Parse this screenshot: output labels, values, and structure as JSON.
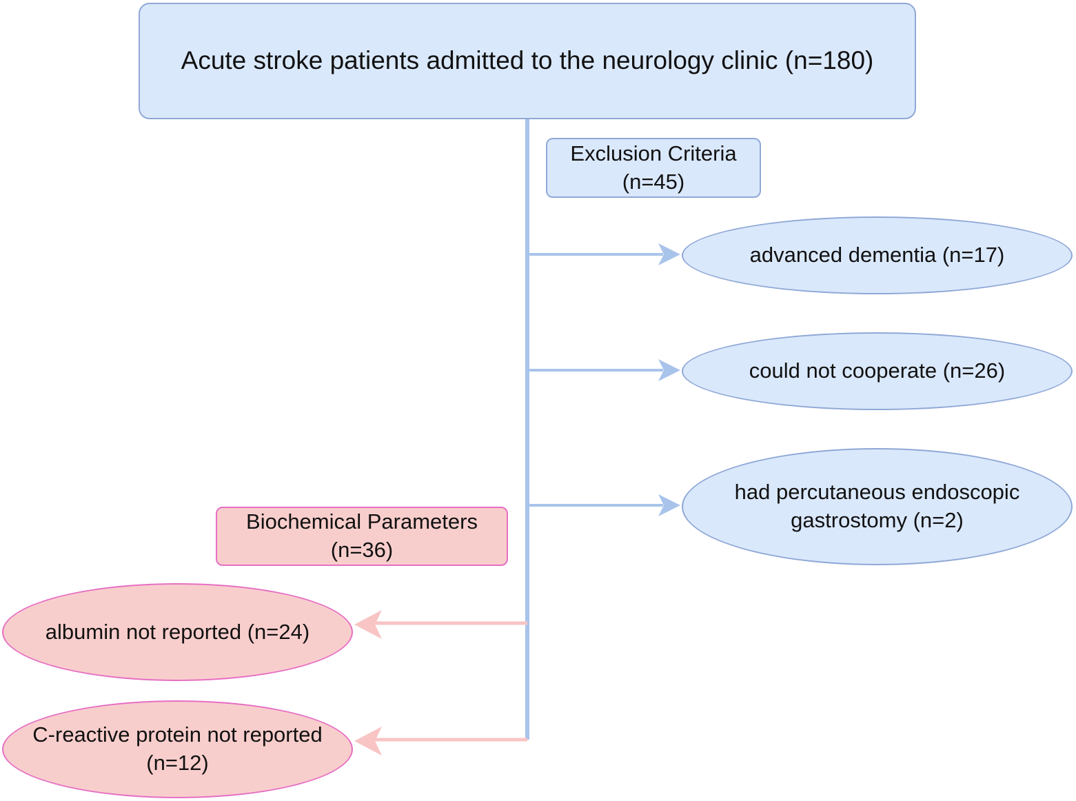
{
  "diagram": {
    "title": "Acute stroke patients admitted to the neurology clinic (n=180)",
    "exclusion": {
      "label_line1": "Exclusion Criteria",
      "label_line2": "(n=45)",
      "items": [
        {
          "line1": "advanced dementia (n=17)",
          "line2": ""
        },
        {
          "line1": "could not cooperate (n=26)",
          "line2": ""
        },
        {
          "line1": "had percutaneous endoscopic",
          "line2": "gastrostomy (n=2)"
        }
      ]
    },
    "biochemical": {
      "label_line1": "Biochemical Parameters",
      "label_line2": "(n=36)",
      "items": [
        {
          "line1": "albumin not reported (n=24)",
          "line2": ""
        },
        {
          "line1": "C-reactive protein not reported",
          "line2": "(n=12)"
        }
      ]
    },
    "colors": {
      "blue_fill": "#dae8fc",
      "blue_stroke": "#8fa8d6",
      "connector_blue": "#a9c4eb",
      "pink_fill": "#f8cecc",
      "pink_stroke": "#e66fc4",
      "connector_pink": "#f8c4c4"
    }
  }
}
